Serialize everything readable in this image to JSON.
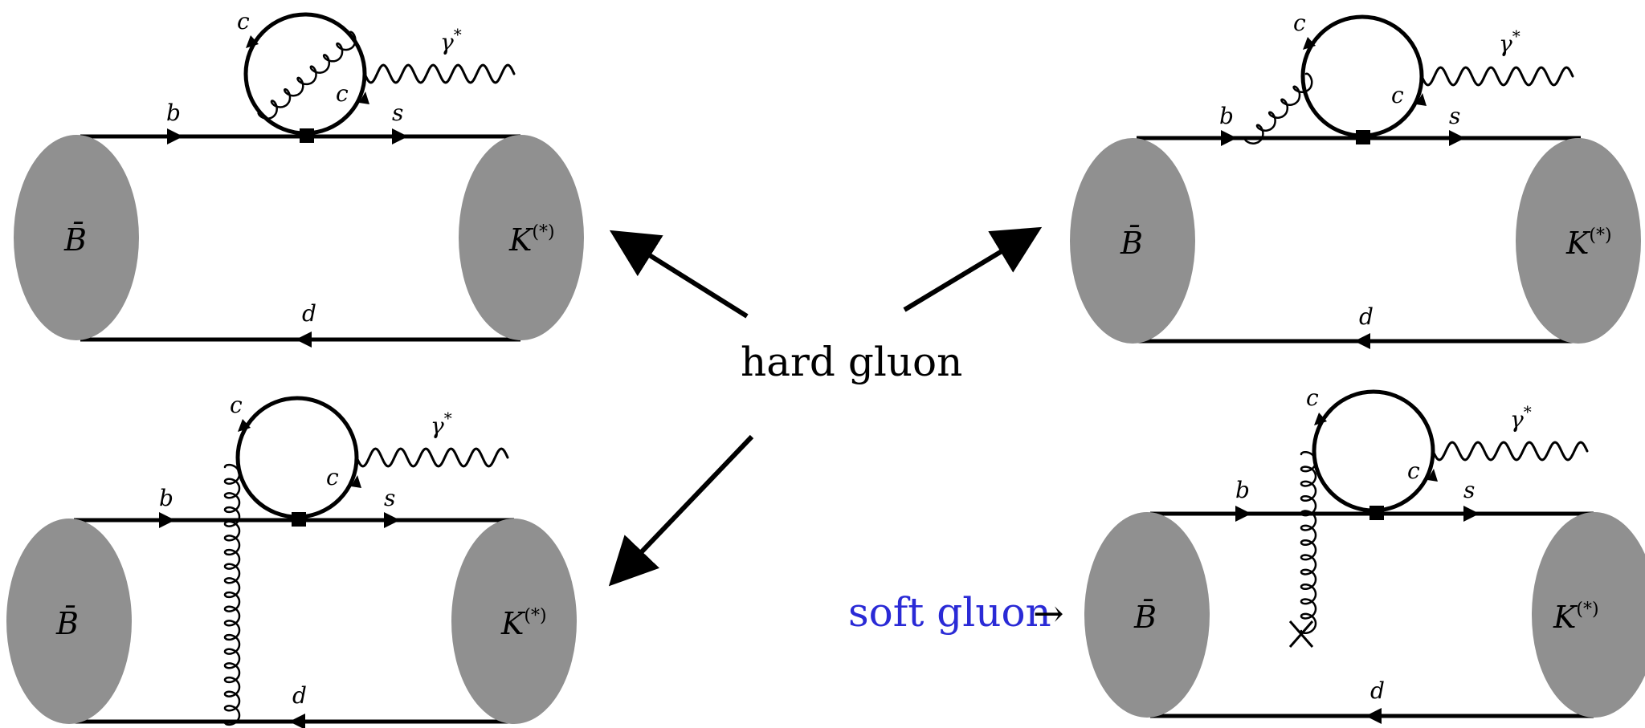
{
  "labels": {
    "hard_gluon": "hard gluon",
    "soft_gluon": "soft gluon",
    "soft_arrow": "→"
  },
  "particles": {
    "meson_initial": "B̄",
    "meson_final": "K",
    "meson_final_sup": "(*)",
    "b_quark": "b",
    "s_quark": "s",
    "d_quark": "d",
    "c_quark": "c",
    "photon": "γ",
    "photon_sup": "*"
  },
  "colors": {
    "ink": "#000000",
    "meson_fill": "#909090",
    "soft_label": "#2a2ad6"
  }
}
